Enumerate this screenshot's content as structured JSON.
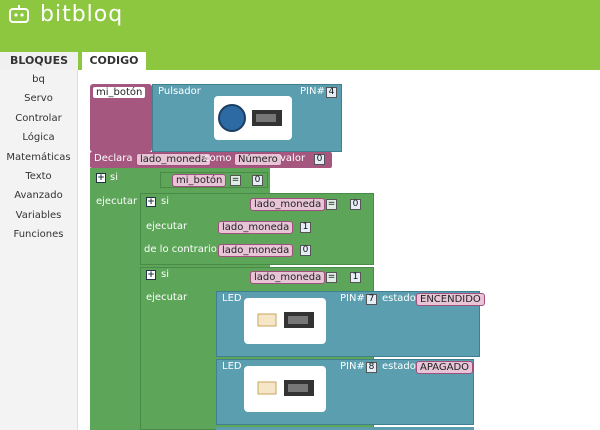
{
  "app": {
    "title": "bitbloq"
  },
  "tabs": {
    "blocks": "BLOQUES",
    "code": "CODIGO"
  },
  "sidebar": {
    "items": [
      "bq",
      "Servo",
      "Controlar",
      "Lógica",
      "Matemáticas",
      "Texto",
      "Avanzado",
      "Variables",
      "Funciones"
    ]
  },
  "colors": {
    "green_header": "#8dc63f",
    "teal": "#5a9eb0",
    "maroon": "#a5577f",
    "block_green": "#5da559"
  },
  "blocks": {
    "button_block": {
      "name": "mi_botón",
      "label": "Pulsador",
      "pin_label": "PIN#",
      "pin": "4"
    },
    "declare": {
      "prefix": "Declara",
      "var": "lado_moneda",
      "mid": "como",
      "type": "Número",
      "value_label": "valor",
      "value": "0"
    },
    "if1": {
      "si": "si",
      "var": "mi_botón",
      "eq": "=",
      "value": "0",
      "ejecutar": "ejecutar"
    },
    "if2": {
      "si": "si",
      "var": "lado_moneda",
      "eq": "=",
      "value": "0",
      "ejecutar": "ejecutar",
      "set_var": "lado_moneda",
      "set_value": "1",
      "else": "de lo contrario",
      "else_var": "lado_moneda",
      "else_value": "0"
    },
    "if3": {
      "si": "si",
      "var": "lado_moneda",
      "eq": "=",
      "value": "1",
      "ejecutar": "ejecutar"
    },
    "led1": {
      "label": "LED",
      "pin_label": "PIN#",
      "pin": "7",
      "state_label": "estado",
      "state": "ENCENDIDO"
    },
    "led2": {
      "label": "LED",
      "pin_label": "PIN#",
      "pin": "8",
      "state_label": "estado",
      "state": "APAGADO"
    }
  }
}
